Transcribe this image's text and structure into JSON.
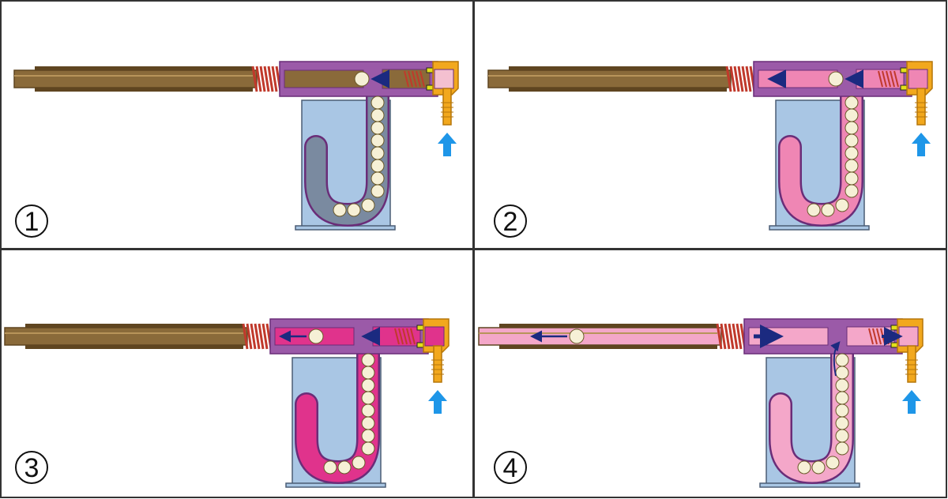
{
  "panels": [
    {
      "id": "p1",
      "label": "1",
      "stage": 1
    },
    {
      "id": "p2",
      "label": "2",
      "stage": 2
    },
    {
      "id": "p3",
      "label": "3",
      "stage": 3
    },
    {
      "id": "p4",
      "label": "4",
      "stage": 4
    }
  ],
  "colors": {
    "border": "#333333",
    "barrel": "#8a6a3a",
    "barrel_dark": "#5f4520",
    "spring": "#c0392b",
    "housing": "#9b5aa8",
    "housing_dark": "#6a2d78",
    "cap": "#f2a81d",
    "cap_dark": "#b5760a",
    "reservoir": "#a9c6e4",
    "reservoir_edge": "#4b5d75",
    "ball": "#f6f0d6",
    "ball_edge": "#6b5a2a",
    "air_flow": "#1e96e8",
    "motion_arrow": "#1b2a80",
    "pressure_idle": "#7a8aa0",
    "pressure_low": "#ef86b4",
    "pressure_high": "#e0338c",
    "pressure_vent": "#f4a7c9",
    "seal": "#e2e01a"
  }
}
